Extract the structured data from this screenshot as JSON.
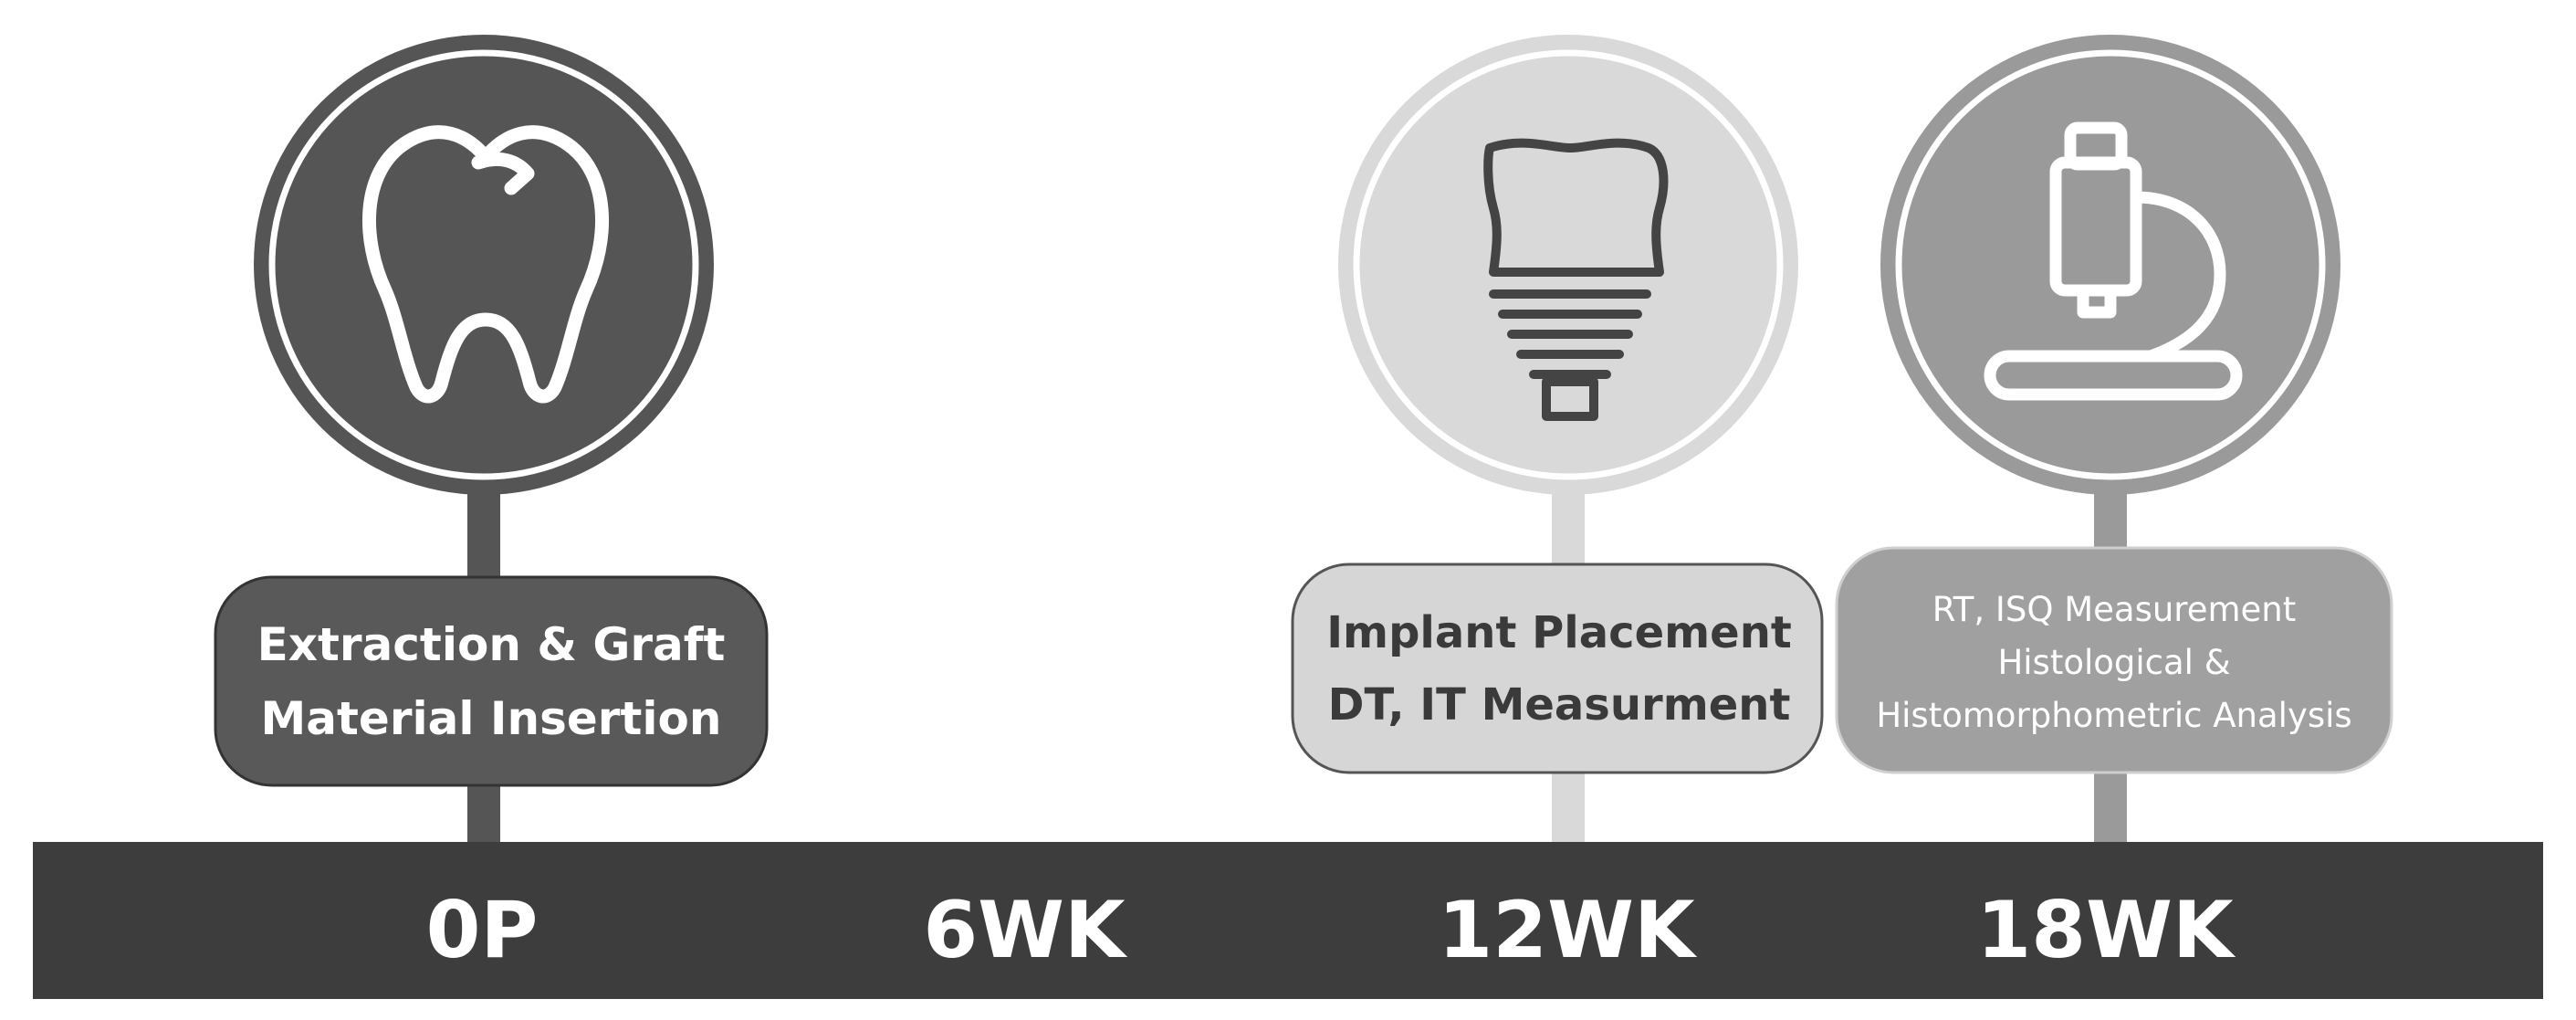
{
  "timeline": {
    "ticks": [
      {
        "label": "0P"
      },
      {
        "label": "6WK"
      },
      {
        "label": "12WK"
      },
      {
        "label": "18WK"
      }
    ]
  },
  "milestones": [
    {
      "tick": "0P",
      "icon": "tooth-icon",
      "color": "#555555",
      "box_color": "#595959",
      "text_color": "#ffffff",
      "lines": [
        "Extraction & Graft",
        "Material Insertion"
      ]
    },
    {
      "tick": "12WK",
      "icon": "dental-implant-icon",
      "color": "#d9d9d9",
      "box_color": "#d6d6d6",
      "text_color": "#3a3a3a",
      "lines": [
        "Implant Placement",
        "DT, IT Measurment"
      ]
    },
    {
      "tick": "18WK",
      "icon": "microscope-icon",
      "color": "#9a9a9a",
      "box_color": "#a0a0a0",
      "text_color": "#ffffff",
      "lines": [
        "RT, ISQ Measurement",
        "Histological &",
        "Histomorphometric Analysis"
      ]
    }
  ],
  "colors": {
    "timeline_bar": "#3d3d3d",
    "timeline_text": "#ffffff",
    "icon_light": "#ffffff",
    "icon_dark": "#444444"
  }
}
